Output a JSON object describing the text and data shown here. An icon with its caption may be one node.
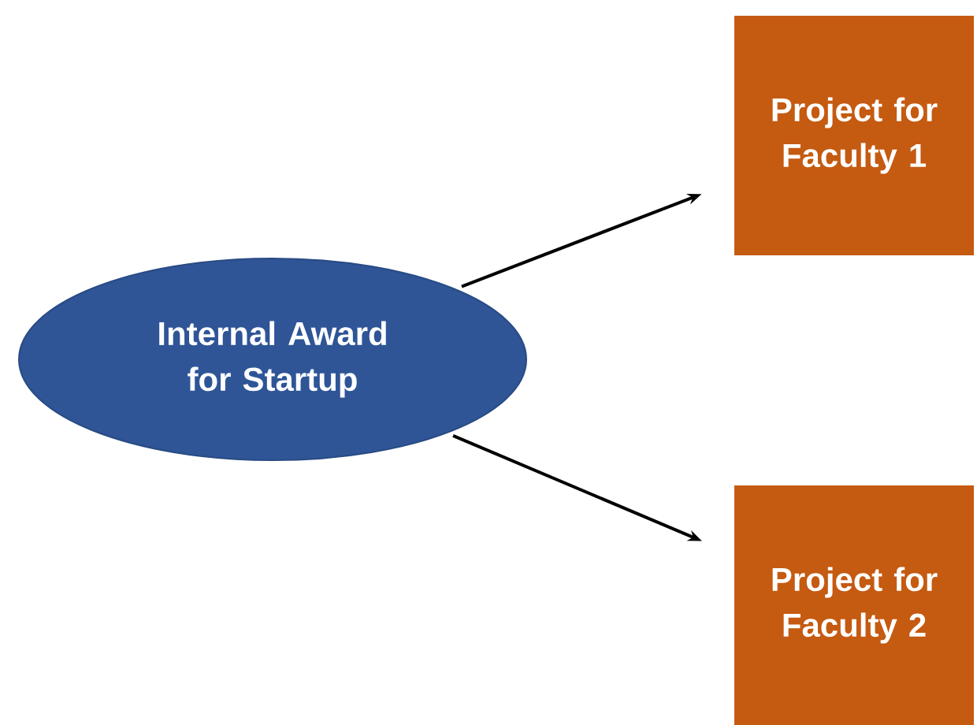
{
  "diagram": {
    "nodes": [
      {
        "text": [
          "Internal Award for Startup"
        ]
      },
      {
        "text": [
          "Project for Faculty 1"
        ]
      },
      {
        "text": [
          "Project for Faculty 2"
        ]
      }
    ],
    "edges": [
      {
        "from": 0,
        "to": 1,
        "arrow": "to"
      },
      {
        "from": 0,
        "to": 2,
        "arrow": "to"
      }
    ]
  }
}
